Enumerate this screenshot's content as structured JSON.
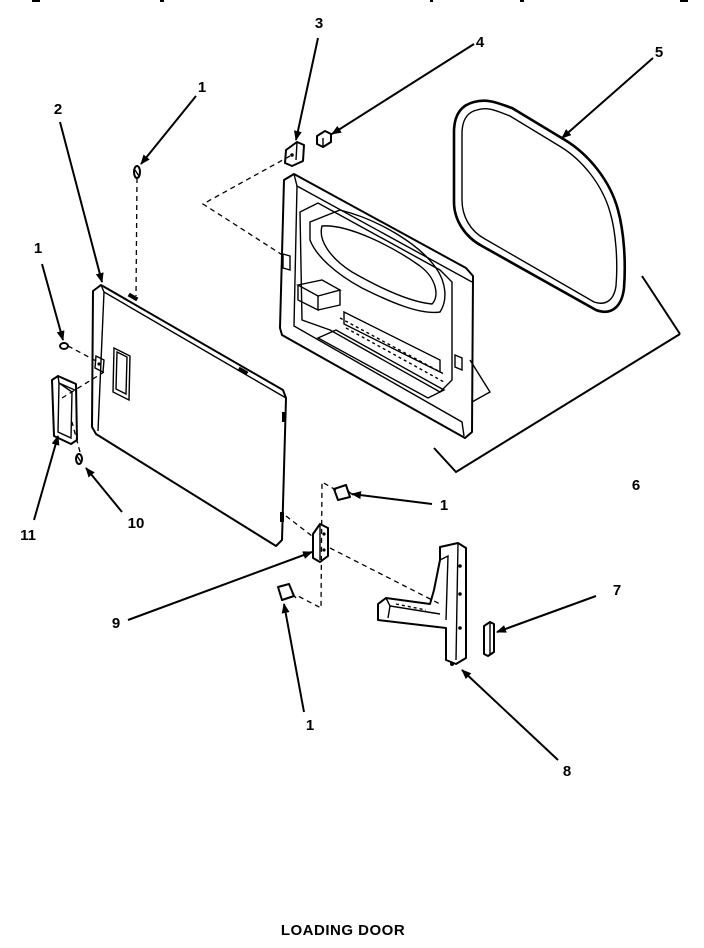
{
  "caption": "LOADING DOOR",
  "callouts": {
    "c1_top": "1",
    "c2": "2",
    "c3": "3",
    "c4": "4",
    "c5": "5",
    "c1_left": "1",
    "c6": "6",
    "c11": "11",
    "c10": "10",
    "c1_mid": "1",
    "c7": "7",
    "c9": "9",
    "c1_bottom": "1",
    "c8": "8"
  }
}
